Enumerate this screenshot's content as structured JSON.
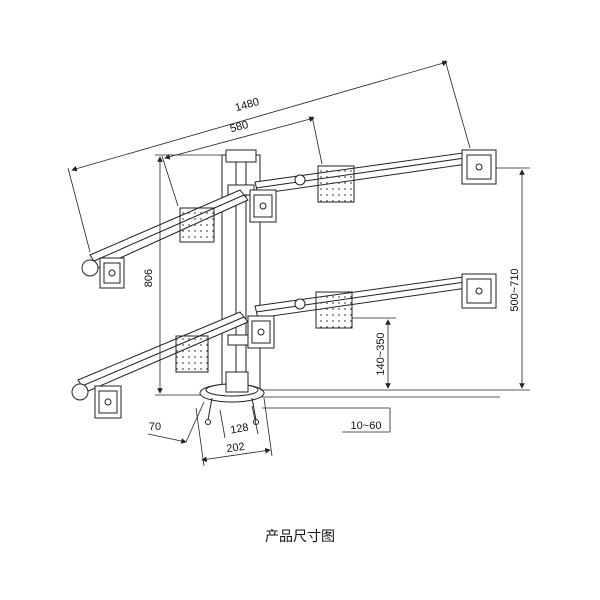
{
  "diagram": {
    "type": "technical-dimension-drawing",
    "subject": "six-monitor desk mount",
    "dimensions": {
      "total_span": "1480",
      "upper_span": "580",
      "overall_height": "806",
      "height_range": "500~710",
      "lower_height_range": "140~350",
      "desk_thickness_range": "10~60",
      "clamp_offset": "70",
      "base_width": "128",
      "base_diameter": "202"
    },
    "caption": "产品尺寸图"
  }
}
